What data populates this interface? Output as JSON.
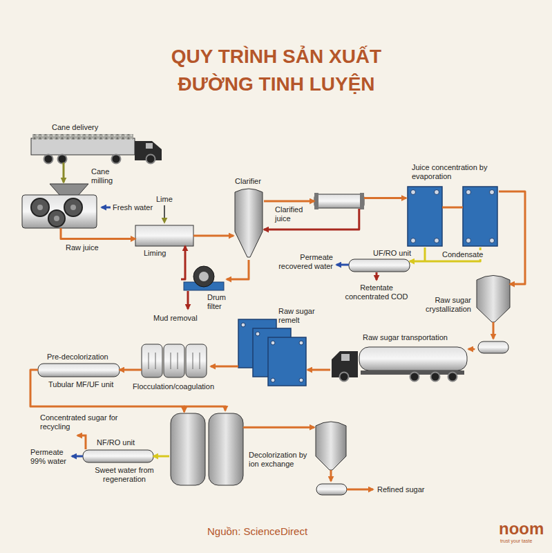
{
  "diagram": {
    "title": "QUY TRÌNH SẢN XUẤT ĐƯỜNG TINH LUYỆN",
    "caption": "Nguồn: ScienceDirect",
    "nodes": [
      {
        "text": [
          "Cane delivery"
        ]
      },
      {
        "text": [
          "Cane milling"
        ]
      },
      {
        "text": [
          "Liming"
        ]
      },
      {
        "text": [
          "Clarifier"
        ]
      },
      {
        "text": [
          "Clarified juice"
        ]
      },
      {
        "text": [
          "Drum filter"
        ]
      },
      {
        "text": [
          "Juice concentration by evaporation"
        ]
      },
      {
        "text": [
          "UF/RO unit"
        ]
      },
      {
        "text": [
          "Raw sugar crystallization"
        ]
      },
      {
        "text": [
          "Raw sugar transportation"
        ]
      },
      {
        "text": [
          "Raw sugar remelt"
        ]
      },
      {
        "text": [
          "Flocculation/coagulation"
        ]
      },
      {
        "text": [
          "Pre-decolorization",
          "Tubular MF/UF unit"
        ]
      },
      {
        "text": [
          "Decolorization by ion exchange"
        ]
      },
      {
        "text": [
          "NF/RO unit"
        ]
      },
      {
        "text": [
          "Refined sugar"
        ]
      }
    ],
    "edges": [
      {
        "from": 0,
        "to": 1,
        "arrow": "to"
      },
      {
        "from": 1,
        "to": 2,
        "label": "Raw juice",
        "arrow": "to"
      },
      {
        "from": 2,
        "to": 3,
        "arrow": "to"
      },
      {
        "from": 3,
        "to": 4,
        "arrow": "to"
      },
      {
        "from": 4,
        "to": 3,
        "arrow": "to"
      },
      {
        "from": 3,
        "to": 5,
        "arrow": "to"
      },
      {
        "from": 5,
        "to": 2,
        "arrow": "to"
      },
      {
        "from": 4,
        "to": 6,
        "arrow": "to"
      },
      {
        "from": 6,
        "to": 7,
        "label": "Condensate",
        "arrow": "to"
      },
      {
        "from": 6,
        "to": 8,
        "arrow": "to"
      },
      {
        "from": 8,
        "to": 9,
        "arrow": "to"
      },
      {
        "from": 9,
        "to": 10,
        "arrow": "to"
      },
      {
        "from": 10,
        "to": 11,
        "arrow": "to"
      },
      {
        "from": 11,
        "to": 12,
        "arrow": "to"
      },
      {
        "from": 12,
        "to": 13,
        "arrow": "to"
      },
      {
        "from": 13,
        "to": 15,
        "arrow": "to"
      },
      {
        "from": 13,
        "to": 14,
        "label": "Sweet water from regeneration",
        "arrow": "to"
      }
    ],
    "labels": [
      "Fresh water",
      "Lime",
      "Mud removal",
      "Permeate recovered water",
      "Retentate concentrated COD",
      "Concentrated sugar for recycling",
      "Permeate 99% water",
      "noom",
      "trust your taste"
    ]
  }
}
